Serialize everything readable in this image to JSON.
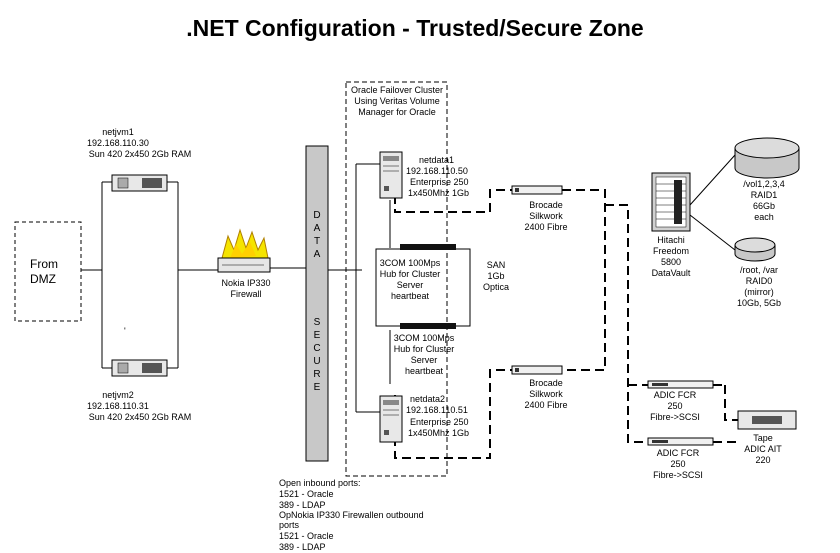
{
  "title": ".NET Configuration - Trusted/Secure Zone",
  "from_dmz": [
    "From",
    "DMZ"
  ],
  "netjvm1": [
    "netjvm1",
    "192.168.110.30",
    "Sun 420 2x450 2Gb RAM"
  ],
  "netjvm2": [
    "netjvm2",
    "192.168.110.31",
    "Sun 420 2x450 2Gb RAM"
  ],
  "firewall": [
    "Nokia IP330",
    "Firewall"
  ],
  "zone_data": [
    "D",
    "A",
    "T",
    "A"
  ],
  "zone_secure": [
    "S",
    "E",
    "C",
    "U",
    "R",
    "E"
  ],
  "cluster": [
    "Oracle Failover Cluster",
    "Using Veritas Volume",
    "Manager for Oracle"
  ],
  "netdata1": [
    "netdata1",
    "192.168.110.50",
    "Enterprise 250",
    "1x450Mhz 1Gb"
  ],
  "netdata2": [
    "netdata2",
    "192.168.110.51",
    "Enterprise 250",
    "1x450Mhz 1Gb"
  ],
  "hub1": [
    "3COM 100Mps",
    "Hub for Cluster",
    "Server",
    "heartbeat"
  ],
  "hub2": [
    "3COM 100Mps",
    "Hub for Cluster",
    "Server",
    "heartbeat"
  ],
  "san": [
    "SAN",
    "1Gb",
    "Optica"
  ],
  "brocade1": [
    "Brocade",
    "Silkwork",
    "2400 Fibre"
  ],
  "brocade2": [
    "Brocade",
    "Silkwork",
    "2400 Fibre"
  ],
  "hitachi": [
    "Hitachi",
    "Freedom",
    "5800",
    "DataVault"
  ],
  "disk1": [
    "/vol1,2,3,4",
    "RAID1",
    "66Gb",
    "each"
  ],
  "disk2": [
    "/root, /var",
    "RAID0",
    "(mirror)",
    "10Gb, 5Gb"
  ],
  "adic1": [
    "ADIC FCR",
    "250",
    "Fibre->SCSI"
  ],
  "adic2": [
    "ADIC FCR",
    "250",
    "Fibre->SCSI"
  ],
  "tape": [
    "Tape",
    "ADIC AIT",
    "220"
  ],
  "ports_note": [
    "Open inbound ports:",
    "1521 - Oracle",
    "389 - LDAP",
    "OpNokia IP330 Firewallen outbound",
    "ports",
    "1521 - Oracle",
    "389 - LDAP"
  ],
  "misc_mark": "'"
}
